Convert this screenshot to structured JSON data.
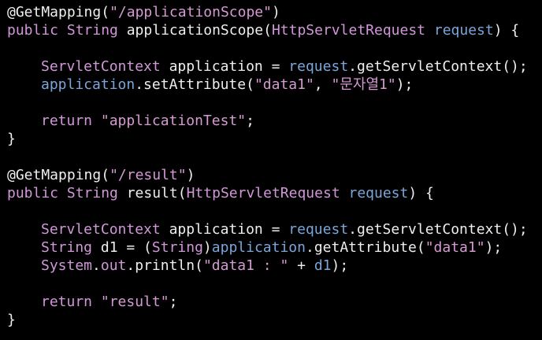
{
  "code_lines": [
    {
      "tokens": [
        {
          "t": "@GetMapping",
          "c": "annotation"
        },
        {
          "t": "(",
          "c": "punc"
        },
        {
          "t": "\"/applicationScope\"",
          "c": "str"
        },
        {
          "t": ")",
          "c": "punc"
        }
      ]
    },
    {
      "tokens": [
        {
          "t": "public ",
          "c": "kw"
        },
        {
          "t": "String ",
          "c": "type"
        },
        {
          "t": "applicationScope",
          "c": "method"
        },
        {
          "t": "(",
          "c": "punc"
        },
        {
          "t": "HttpServletRequest ",
          "c": "param-type"
        },
        {
          "t": "request",
          "c": "var-blue"
        },
        {
          "t": ") {",
          "c": "punc"
        }
      ]
    },
    {
      "tokens": []
    },
    {
      "indent": true,
      "tokens": [
        {
          "t": "ServletContext ",
          "c": "type"
        },
        {
          "t": "application ",
          "c": "plain"
        },
        {
          "t": "= ",
          "c": "punc"
        },
        {
          "t": "request",
          "c": "var-blue"
        },
        {
          "t": ".getServletContext();",
          "c": "plain"
        }
      ]
    },
    {
      "indent": true,
      "tokens": [
        {
          "t": "application",
          "c": "var-blue"
        },
        {
          "t": ".setAttribute(",
          "c": "plain"
        },
        {
          "t": "\"data1\"",
          "c": "str"
        },
        {
          "t": ", ",
          "c": "punc"
        },
        {
          "t": "\"문자열1\"",
          "c": "str"
        },
        {
          "t": ");",
          "c": "punc"
        }
      ]
    },
    {
      "tokens": []
    },
    {
      "indent": true,
      "tokens": [
        {
          "t": "return ",
          "c": "kw"
        },
        {
          "t": "\"applicationTest\"",
          "c": "str"
        },
        {
          "t": ";",
          "c": "punc"
        }
      ]
    },
    {
      "tokens": [
        {
          "t": "}",
          "c": "punc"
        }
      ]
    },
    {
      "tokens": []
    },
    {
      "tokens": [
        {
          "t": "@GetMapping",
          "c": "annotation"
        },
        {
          "t": "(",
          "c": "punc"
        },
        {
          "t": "\"/result\"",
          "c": "str"
        },
        {
          "t": ")",
          "c": "punc"
        }
      ]
    },
    {
      "tokens": [
        {
          "t": "public ",
          "c": "kw"
        },
        {
          "t": "String ",
          "c": "type"
        },
        {
          "t": "result",
          "c": "method"
        },
        {
          "t": "(",
          "c": "punc"
        },
        {
          "t": "HttpServletRequest ",
          "c": "param-type"
        },
        {
          "t": "request",
          "c": "var-blue"
        },
        {
          "t": ") {",
          "c": "punc"
        }
      ]
    },
    {
      "tokens": []
    },
    {
      "indent": true,
      "tokens": [
        {
          "t": "ServletContext ",
          "c": "type"
        },
        {
          "t": "application ",
          "c": "plain"
        },
        {
          "t": "= ",
          "c": "punc"
        },
        {
          "t": "request",
          "c": "var-blue"
        },
        {
          "t": ".getServletContext();",
          "c": "plain"
        }
      ]
    },
    {
      "indent": true,
      "tokens": [
        {
          "t": "String ",
          "c": "type"
        },
        {
          "t": "d1 ",
          "c": "plain"
        },
        {
          "t": "= (",
          "c": "punc"
        },
        {
          "t": "String",
          "c": "type"
        },
        {
          "t": ")",
          "c": "punc"
        },
        {
          "t": "application",
          "c": "var-blue"
        },
        {
          "t": ".getAttribute(",
          "c": "plain"
        },
        {
          "t": "\"data1\"",
          "c": "str"
        },
        {
          "t": ");",
          "c": "punc"
        }
      ]
    },
    {
      "indent": true,
      "tokens": [
        {
          "t": "System",
          "c": "ident"
        },
        {
          "t": ".",
          "c": "punc"
        },
        {
          "t": "out",
          "c": "ident"
        },
        {
          "t": ".println(",
          "c": "plain"
        },
        {
          "t": "\"data1 : \"",
          "c": "str"
        },
        {
          "t": " + ",
          "c": "punc"
        },
        {
          "t": "d1",
          "c": "var-blue"
        },
        {
          "t": ");",
          "c": "punc"
        }
      ]
    },
    {
      "tokens": []
    },
    {
      "indent": true,
      "tokens": [
        {
          "t": "return ",
          "c": "kw"
        },
        {
          "t": "\"result\"",
          "c": "str"
        },
        {
          "t": ";",
          "c": "punc"
        }
      ]
    },
    {
      "tokens": [
        {
          "t": "}",
          "c": "punc"
        }
      ]
    }
  ]
}
